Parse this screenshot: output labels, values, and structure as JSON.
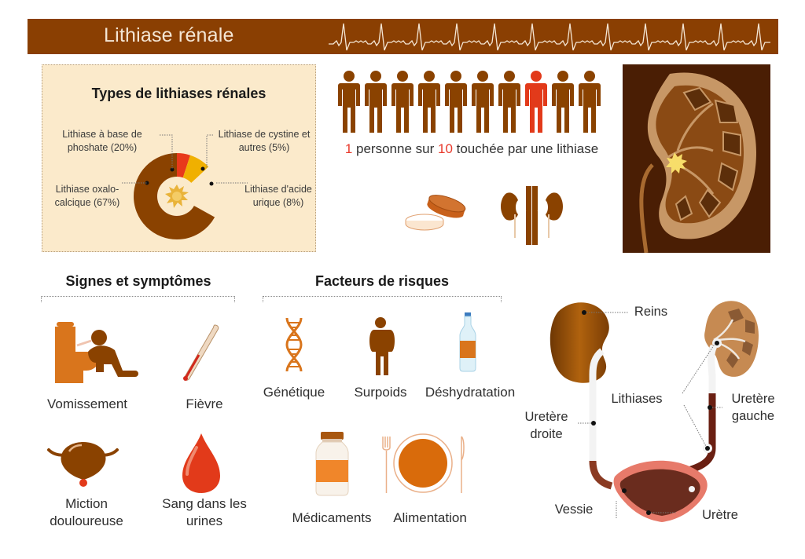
{
  "header": {
    "title": "Lithiase rénale",
    "banner_color": "#8a3f02"
  },
  "types_panel": {
    "title": "Types de lithiases rénales",
    "labels": {
      "phosphate": [
        "Lithiase à base de",
        "phoshate (20%)"
      ],
      "cystine": [
        "Lithiase de cystine et",
        "autres (5%)"
      ],
      "oxalo": [
        "Lithiase oxalo-",
        "calcique (67%)"
      ],
      "urique": [
        "Lithiase d'acide",
        "urique (8%)"
      ]
    }
  },
  "chart_data": {
    "type": "pie",
    "title": "Types de lithiases rénales",
    "categories": [
      "Lithiase oxalo-calcique",
      "Lithiase à base de phoshate",
      "Lithiase de cystine et autres",
      "Lithiase d'acide urique"
    ],
    "values": [
      67,
      20,
      5,
      8
    ],
    "unit": "%",
    "colors": [
      "#8a4200",
      "#4a1f03",
      "#e8391b",
      "#f0b000"
    ],
    "donut": true
  },
  "prevalence": {
    "people_count": 10,
    "highlighted_index": 7,
    "person_color": "#8a4200",
    "highlight_color": "#e23a1a",
    "text_num1": "1",
    "text_mid": " personne sur ",
    "text_num2": "10",
    "text_end": " touchée par une lithiase"
  },
  "symptoms": {
    "title": "Signes et symptômes",
    "items": [
      {
        "label": "Vomissement",
        "icon": "vomiting-icon"
      },
      {
        "label": "Fièvre",
        "icon": "thermometer-icon"
      },
      {
        "label_lines": [
          "Miction",
          "douloureuse"
        ],
        "icon": "bladder-icon"
      },
      {
        "label_lines": [
          "Sang dans les",
          "urines"
        ],
        "icon": "blood-drop-icon"
      }
    ]
  },
  "risks": {
    "title": "Facteurs de risques",
    "items": [
      {
        "label": "Génétique",
        "icon": "dna-icon"
      },
      {
        "label": "Surpoids",
        "icon": "overweight-person-icon"
      },
      {
        "label": "Déshydratation",
        "icon": "water-bottle-icon"
      },
      {
        "label": "Médicaments",
        "icon": "medicine-bottle-icon"
      },
      {
        "label": "Alimentation",
        "icon": "plate-cutlery-icon"
      }
    ]
  },
  "anatomy": {
    "reins": "Reins",
    "lithiases": "Lithiases",
    "uretere_droite": [
      "Uretère",
      "droite"
    ],
    "uretere_gauche": [
      "Uretère",
      "gauche"
    ],
    "vessie": "Vessie",
    "uretre": "Urètre"
  }
}
